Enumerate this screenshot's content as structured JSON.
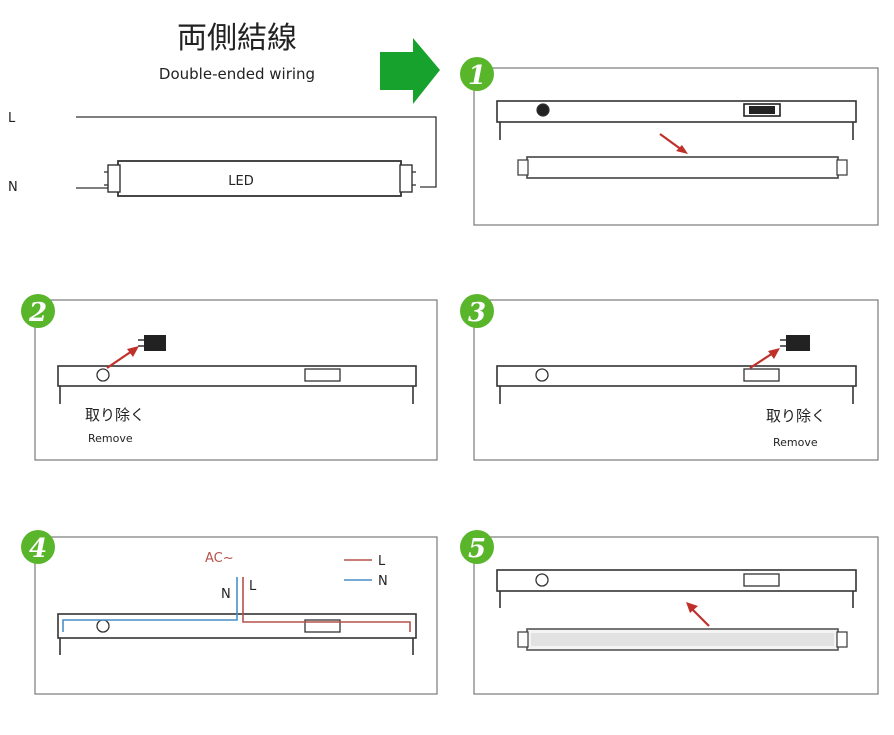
{
  "header": {
    "title_jp": "両側結線",
    "title_en": "Double-ended wiring"
  },
  "wiring": {
    "label_l": "L",
    "label_n": "N",
    "tube_label": "LED"
  },
  "steps": [
    {
      "number": "1"
    },
    {
      "number": "2",
      "caption_jp": "取り除く",
      "caption_en": "Remove"
    },
    {
      "number": "3",
      "caption_jp": "取り除く",
      "caption_en": "Remove"
    },
    {
      "number": "4",
      "ac_label": "AC~",
      "n_label": "N",
      "l_label": "L",
      "legend_l": "L",
      "legend_n": "N"
    },
    {
      "number": "5"
    }
  ],
  "colors": {
    "accent_green": "#59b52a",
    "arrow_red": "#c0302a",
    "wire_l": "#b5524a",
    "wire_n": "#4a8fc8"
  }
}
